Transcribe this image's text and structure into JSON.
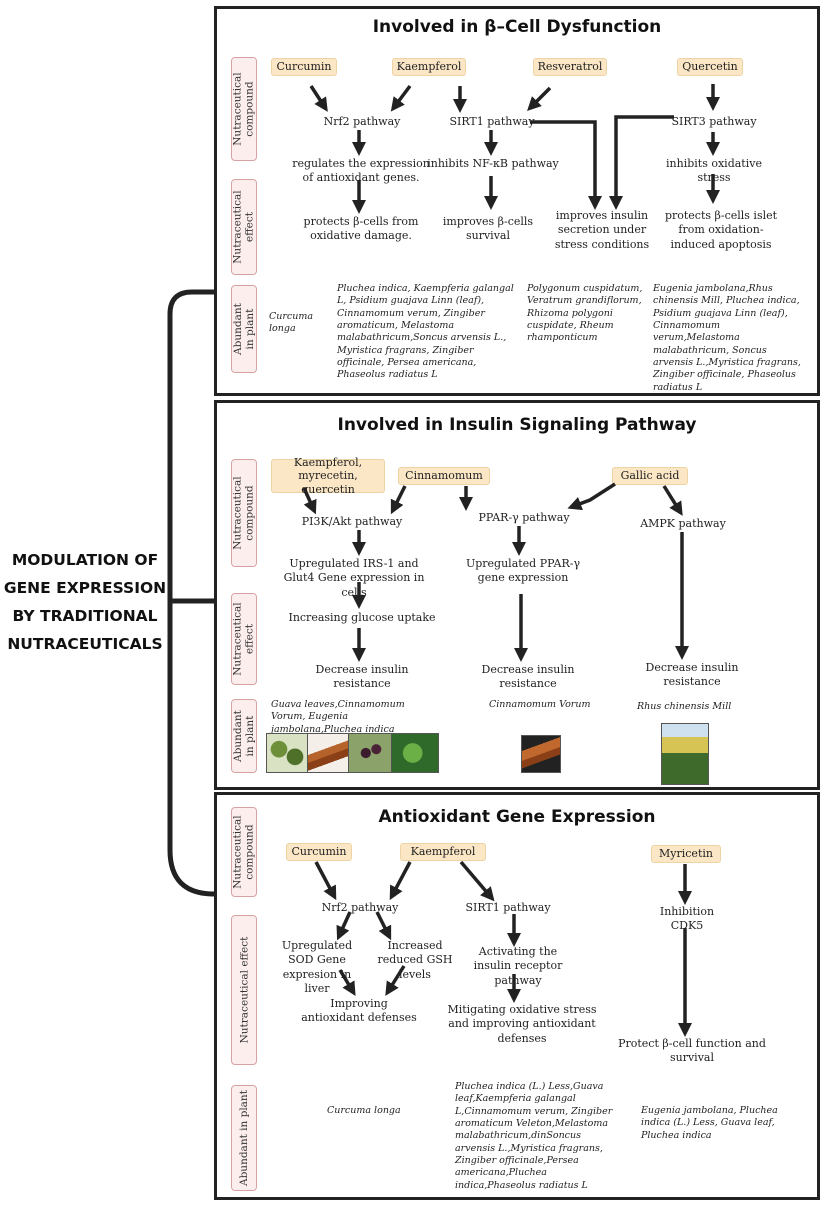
{
  "main_title_lines": [
    "MODULATION OF",
    "GENE EXPRESSION",
    "BY TRADITIONAL",
    "NUTRACEUTICALS"
  ],
  "row_labels": {
    "compound": "Nutraceutical compound",
    "effect": "Nutraceutical effect",
    "plant": "Abundant in plant"
  },
  "panel1": {
    "title": "Involved in β–Cell Dysfunction",
    "compounds": [
      "Curcumin",
      "Kaempferol",
      "Resveratrol",
      "Quercetin"
    ],
    "pathways": [
      "Nrf2 pathway",
      "SIRT1 pathway",
      "SIRT3 pathway"
    ],
    "mechanisms": [
      "regulates the expression of antioxidant genes.",
      "inhibits NF-κB pathway",
      "inhibits oxidative stress"
    ],
    "effects": [
      "protects β-cells from oxidative damage.",
      "improves β-cells survival",
      "improves insulin secretion under stress conditions",
      "protects β-cells islet from oxidation-induced apoptosis"
    ],
    "plants": [
      "Curcuma longa",
      "Pluchea indica, Kaempferia galangal L, Psidium guajava Linn (leaf), Cinnamomum verum, Zingiber aromaticum, Melastoma malabathricum,Soncus arvensis L., Myristica fragrans, Zingiber officinale, Persea americana, Phaseolus radiatus L",
      "Polygonum cuspidatum, Veratrum grandiflorum, Rhizoma polygoni cuspidate, Rheum rhamponticum",
      "Eugenia jambolana,Rhus chinensis Mill, Pluchea indica, Psidium guajava Linn (leaf), Cinnamomum verum,Melastoma malabathricum, Soncus arvensis L.,Myristica fragrans, Zingiber officinale, Phaseolus radiatus L"
    ]
  },
  "panel2": {
    "title": "Involved in Insulin Signaling Pathway",
    "compounds": [
      "Kaempferol, myrecetin, quercetin",
      "Cinnamomum",
      "Gallic acid"
    ],
    "pathways": [
      "PI3K/Akt pathway",
      "PPAR-γ pathway",
      "AMPK pathway"
    ],
    "steps": [
      "Upregulated IRS-1 and Glut4 Gene expression in cells",
      "Upregulated PPAR-γ gene expression",
      "Increasing glucose uptake"
    ],
    "effects": [
      "Decrease insulin resistance",
      "Decrease insulin resistance",
      "Decrease insulin resistance"
    ],
    "plants": [
      "Guava leaves,Cinnamomum Vorum, Eugenia jambolana,Pluchea indica",
      "Cinnamomum Vorum",
      "Rhus chinensis Mill"
    ]
  },
  "panel3": {
    "title": "Antioxidant Gene Expression",
    "compounds": [
      "Curcumin",
      "Kaempferol",
      "Myricetin"
    ],
    "pathways": [
      "Nrf2 pathway",
      "SIRT1 pathway",
      "Inhibition CDK5"
    ],
    "steps": [
      "Upregulated SOD Gene expresion in liver",
      "Increased reduced GSH levels",
      "Activating the insulin receptor pathway"
    ],
    "effects": [
      "Improving antioxidant defenses",
      "Mitigating oxidative stress and improving antioxidant defenses",
      "Protect β-cell function and survival"
    ],
    "plants": [
      "Curcuma longa",
      "Pluchea indica (L.) Less,Guava leaf,Kaempferia galangal L,Cinnamomum verum, Zingiber aromaticum Veleton,Melastoma malabathricum,dinSoncus arvensis L.,Myristica fragrans, Zingiber officinale,Persea americana,Pluchea indica,Phaseolus radiatus L",
      "Eugenia jambolana, Pluchea indica (L.) Less, Guava leaf, Pluchea indica"
    ]
  },
  "colors": {
    "chip_bg": "#fbe7c6",
    "side_bg": "#fdeeee",
    "side_border": "#d9a3a3",
    "border": "#222222"
  }
}
